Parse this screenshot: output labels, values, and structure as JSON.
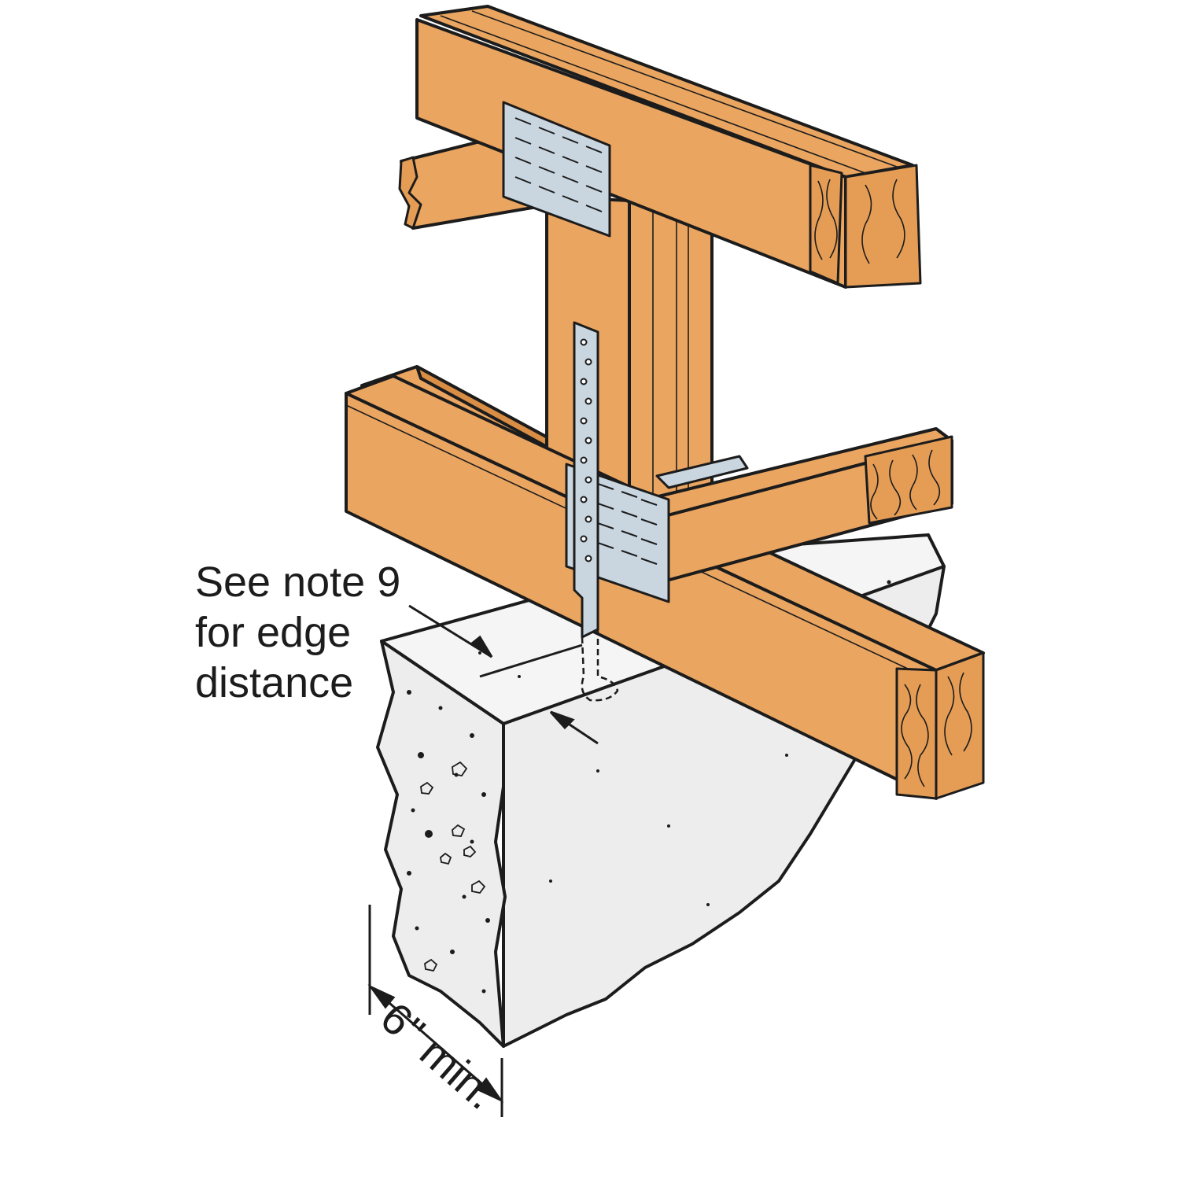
{
  "callouts": {
    "edge_note_line1": "See note 9",
    "edge_note_line2": "for edge",
    "edge_note_line3": "distance",
    "width_dim": "6\" min."
  },
  "colors": {
    "wood": "#eaa560",
    "concrete": "#ededed",
    "steel": "#c9d6e0",
    "outline": "#1c1c1c"
  }
}
